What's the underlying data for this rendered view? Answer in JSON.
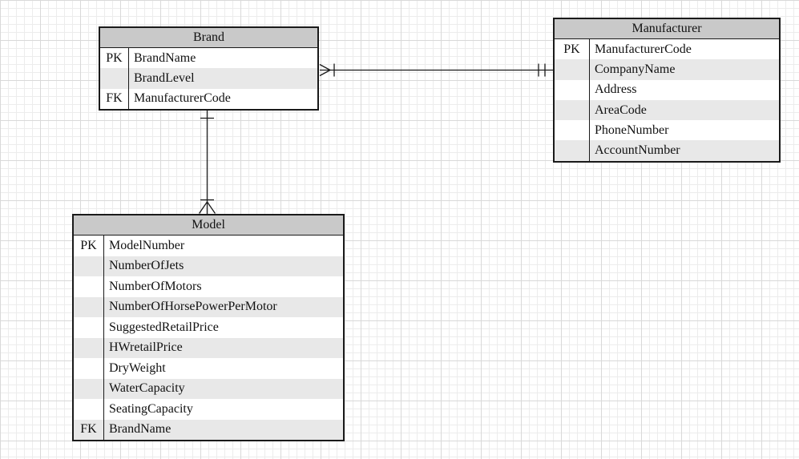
{
  "diagram": {
    "kind": "entity-relationship-diagram",
    "entities": [
      {
        "title": "Brand",
        "attributes": [
          {
            "key": "PK",
            "name": "BrandName"
          },
          {
            "key": "",
            "name": "BrandLevel"
          },
          {
            "key": "FK",
            "name": "ManufacturerCode"
          }
        ]
      },
      {
        "title": "Manufacturer",
        "attributes": [
          {
            "key": "PK",
            "name": "ManufacturerCode"
          },
          {
            "key": "",
            "name": "CompanyName"
          },
          {
            "key": "",
            "name": "Address"
          },
          {
            "key": "",
            "name": "AreaCode"
          },
          {
            "key": "",
            "name": "PhoneNumber"
          },
          {
            "key": "",
            "name": "AccountNumber"
          }
        ]
      },
      {
        "title": "Model",
        "attributes": [
          {
            "key": "PK",
            "name": "ModelNumber"
          },
          {
            "key": "",
            "name": "NumberOfJets"
          },
          {
            "key": "",
            "name": "NumberOfMotors"
          },
          {
            "key": "",
            "name": "NumberOfHorsePowerPerMotor"
          },
          {
            "key": "",
            "name": "SuggestedRetailPrice"
          },
          {
            "key": "",
            "name": "HWretailPrice"
          },
          {
            "key": "",
            "name": "DryWeight"
          },
          {
            "key": "",
            "name": "WaterCapacity"
          },
          {
            "key": "",
            "name": "SeatingCapacity"
          },
          {
            "key": "FK",
            "name": "BrandName"
          }
        ]
      }
    ],
    "relationships": [
      {
        "from": "Brand",
        "to": "Manufacturer",
        "from_cardinality": "one-or-many (crow's foot + tick)",
        "to_cardinality": "one-and-only-one (double tick)"
      },
      {
        "from": "Brand",
        "to": "Model",
        "from_cardinality": "one (single tick)",
        "to_cardinality": "one-or-many (crow's foot + tick)"
      }
    ],
    "colors": {
      "header_fill": "#c9c9c9",
      "alt_row_fill": "#e8e8e8",
      "row_fill": "#ffffff",
      "border": "#1a1a1a",
      "text": "#111111",
      "grid_minor": "#ececec",
      "grid_major": "#d9d9d9",
      "background": "#ffffff"
    }
  }
}
